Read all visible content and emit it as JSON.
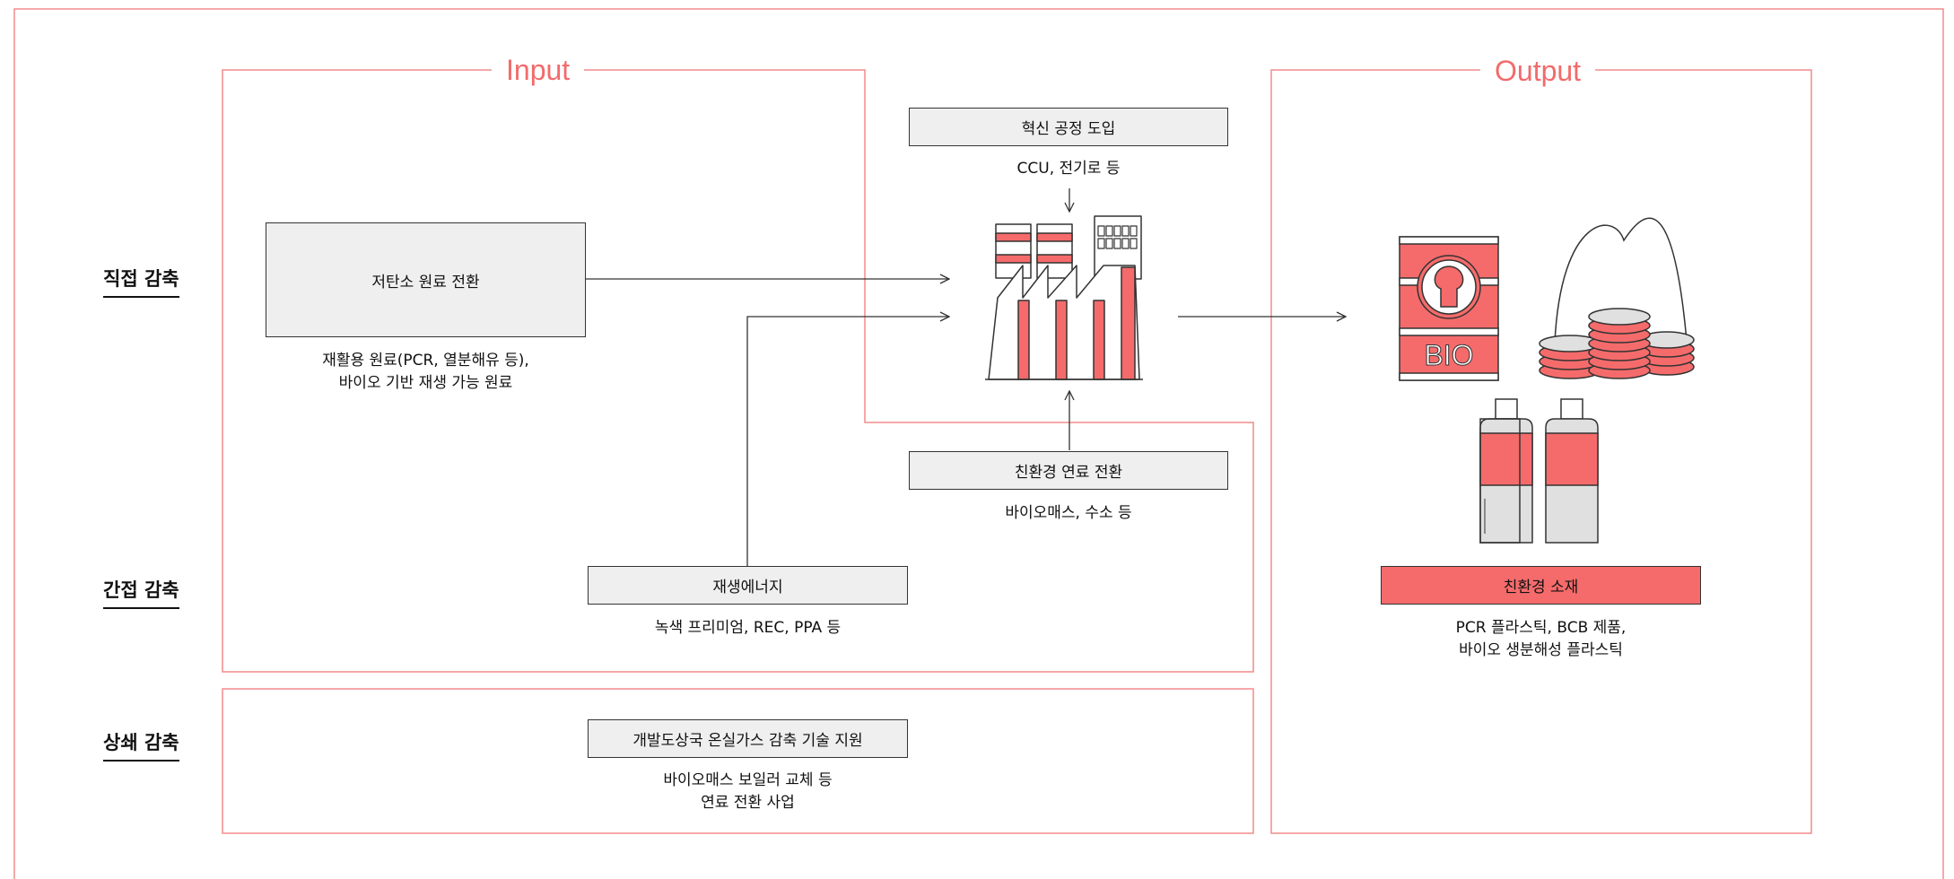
{
  "colors": {
    "accent": "#f56b6b",
    "frame": "#f28b8b",
    "box_fill": "#efefef",
    "line": "#333333"
  },
  "frames": {
    "input_title": "Input",
    "output_title": "Output"
  },
  "side_labels": {
    "direct": "직접 감축",
    "indirect": "간접 감축",
    "offset": "상쇄 감축"
  },
  "boxes": {
    "low_carbon": {
      "label": "저탄소 원료 전환",
      "desc_line1": "재활용 원료(PCR, 열분해유 등),",
      "desc_line2": "바이오 기반 재생 가능 원료"
    },
    "innovation": {
      "label": "혁신 공정 도입",
      "desc": "CCU, 전기로 등"
    },
    "eco_fuel": {
      "label": "친환경 연료 전환",
      "desc": "바이오매스, 수소 등"
    },
    "renewable": {
      "label": "재생에너지",
      "desc": "녹색 프리미엄, REC, PPA 등"
    },
    "offset_support": {
      "label": "개발도상국 온실가스 감축 기술 지원",
      "desc_line1": "바이오매스 보일러 교체 등",
      "desc_line2": "연료 전환 사업"
    },
    "eco_material": {
      "label": "친환경 소재",
      "desc_line1": "PCR 플라스틱, BCB 제품,",
      "desc_line2": "바이오 생분해성 플라스틱"
    }
  },
  "icons": {
    "factory": "factory-icon",
    "barrel": "bio-barrel-icon",
    "barrel_text": "BIO",
    "pellets": "plastic-pellets-icon",
    "bottles": "plastic-bottles-icon"
  }
}
